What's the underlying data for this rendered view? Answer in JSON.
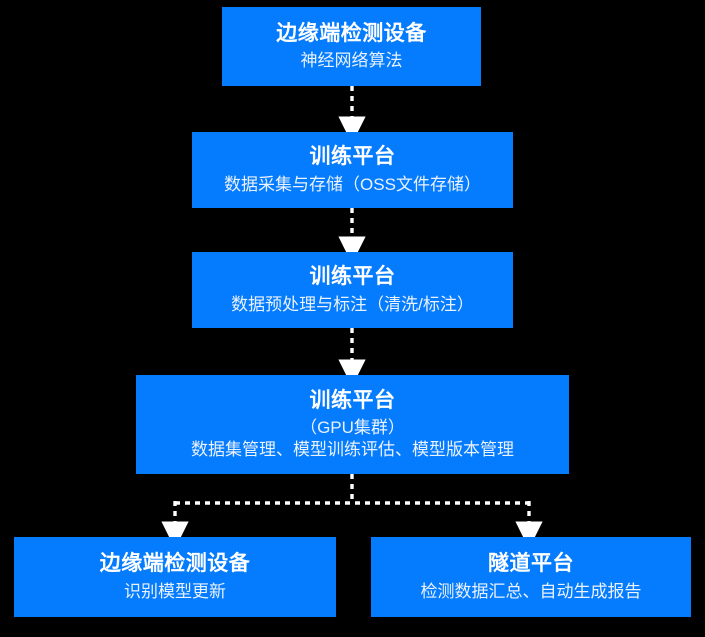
{
  "theme": {
    "background": "#000000",
    "node_fill": "#057bfd",
    "title_color": "#ffffff",
    "subtitle_color": "#e9f2ff",
    "connector_color": "#ffffff",
    "connector_style": "dashed"
  },
  "diagram": {
    "type": "flowchart",
    "direction": "top-to-bottom",
    "nodes": [
      {
        "id": "edge-device-top",
        "title": "边缘端检测设备",
        "subtitle": "神经网络算法"
      },
      {
        "id": "train-storage",
        "title": "训练平台",
        "subtitle": "数据采集与存储（OSS文件存储）"
      },
      {
        "id": "train-preproc",
        "title": "训练平台",
        "subtitle": "数据预处理与标注（清洗/标注）"
      },
      {
        "id": "train-gpu",
        "title": "训练平台",
        "subtitle": "（GPU集群）",
        "subtitle2": "数据集管理、模型训练评估、模型版本管理"
      },
      {
        "id": "edge-device-bottom",
        "title": "边缘端检测设备",
        "subtitle": "识别模型更新"
      },
      {
        "id": "tunnel-platform",
        "title": "隧道平台",
        "subtitle": "检测数据汇总、自动生成报告"
      }
    ],
    "edges": [
      {
        "from": "edge-device-top",
        "to": "train-storage"
      },
      {
        "from": "train-storage",
        "to": "train-preproc"
      },
      {
        "from": "train-preproc",
        "to": "train-gpu"
      },
      {
        "from": "train-gpu",
        "to": "edge-device-bottom"
      },
      {
        "from": "train-gpu",
        "to": "tunnel-platform"
      }
    ]
  }
}
